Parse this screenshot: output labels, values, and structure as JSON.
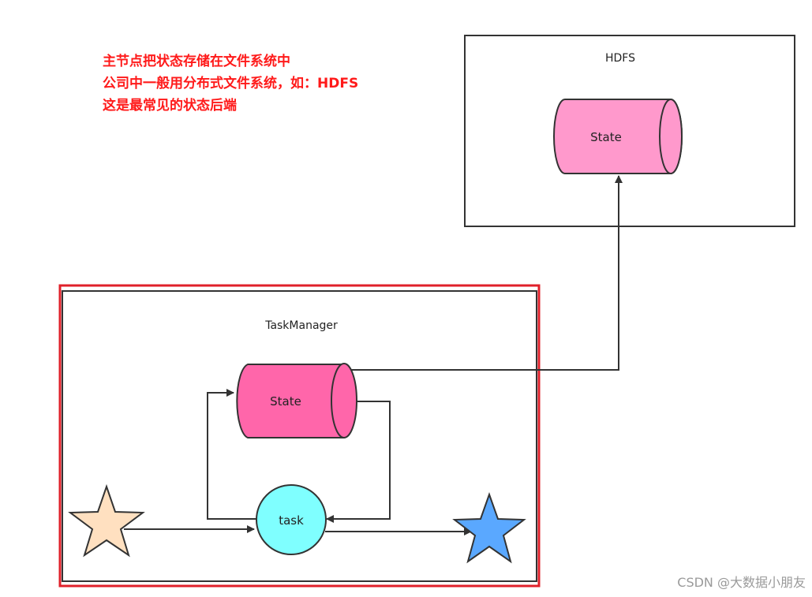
{
  "annotation": {
    "lines": [
      "主节点把状态存储在文件系统中",
      "公司中一般用分布式文件系统，如：HDFS",
      "这是最常见的状态后端"
    ],
    "color": "#ff1a1a"
  },
  "hdfs_box": {
    "title": "HDFS",
    "state_label": "State",
    "state_color": "#ff99cc"
  },
  "taskmanager_box": {
    "title": "TaskManager",
    "state_label": "State",
    "state_color": "#ff66aa",
    "task_label": "task",
    "task_color": "#7fffff",
    "highlight_border_color": "#e0202a"
  },
  "stars": {
    "source_color": "#ffe0c0",
    "sink_color": "#5aa8ff"
  },
  "watermark": "CSDN @大数据小朋友"
}
